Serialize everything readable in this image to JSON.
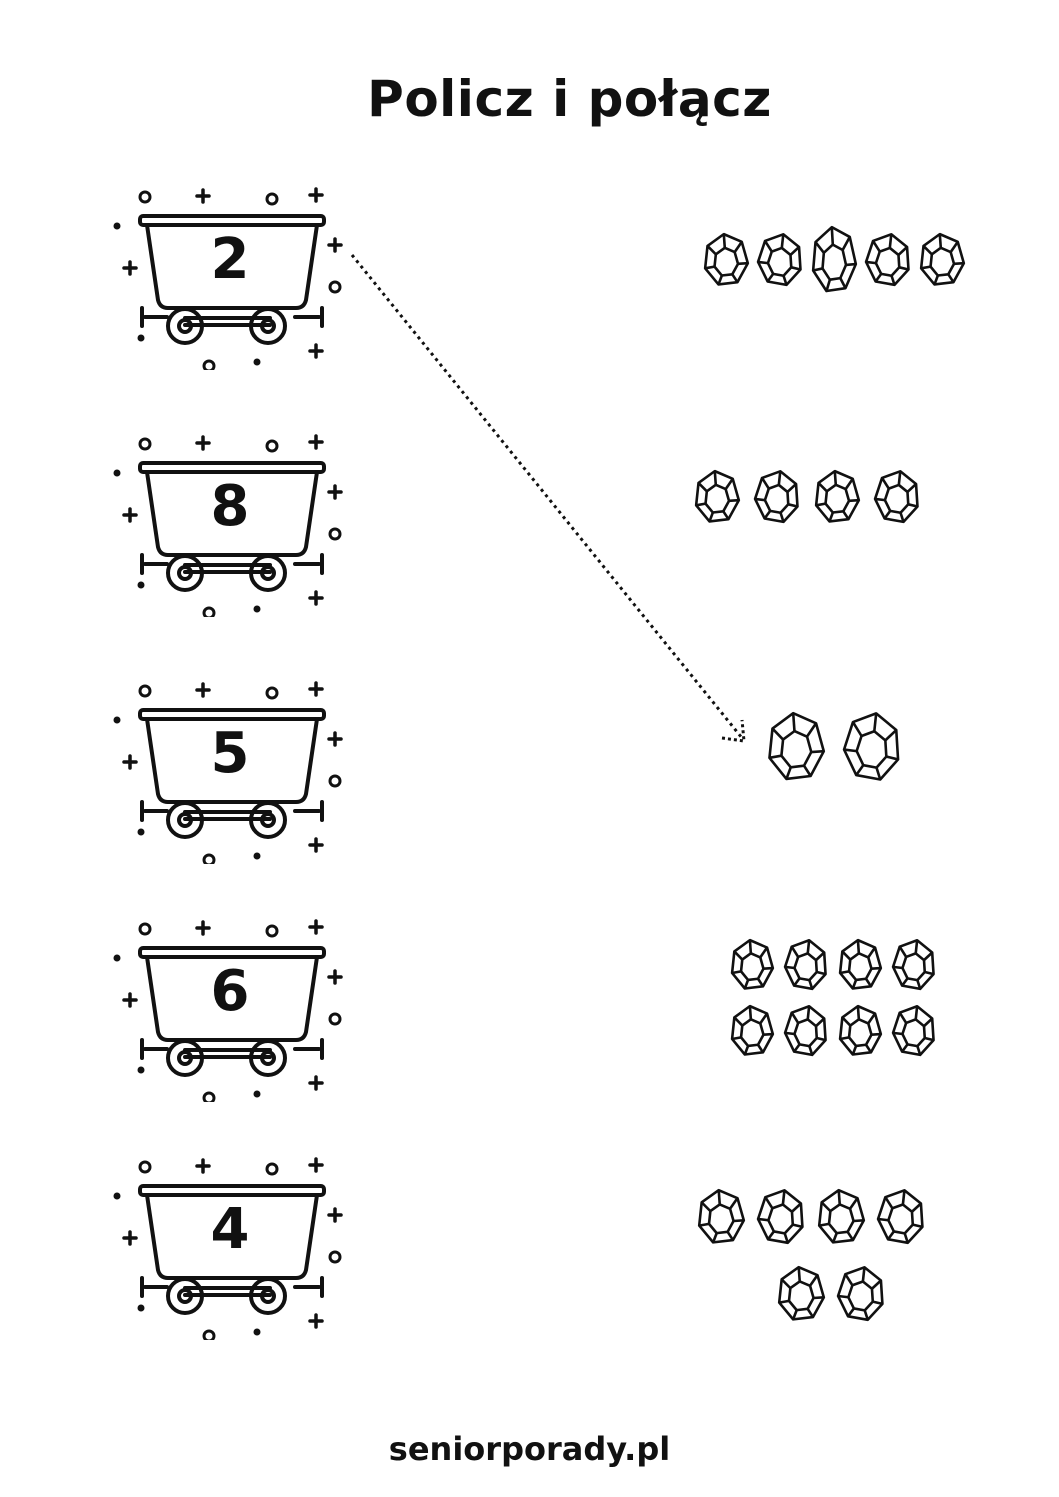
{
  "title": "Policz i połącz",
  "carts": [
    {
      "number": "2"
    },
    {
      "number": "8"
    },
    {
      "number": "5"
    },
    {
      "number": "6"
    },
    {
      "number": "4"
    }
  ],
  "gem_groups": [
    {
      "count": 5,
      "rows": [
        5
      ]
    },
    {
      "count": 4,
      "rows": [
        4
      ]
    },
    {
      "count": 2,
      "rows": [
        2
      ]
    },
    {
      "count": 8,
      "rows": [
        4,
        4
      ]
    },
    {
      "count": 6,
      "rows": [
        4,
        2
      ]
    }
  ],
  "example_line": {
    "from_cart": 0,
    "to_gem_group": 2
  },
  "footer": "seniorporady.pl",
  "colors": {
    "ink": "#111111",
    "background": "#ffffff"
  }
}
